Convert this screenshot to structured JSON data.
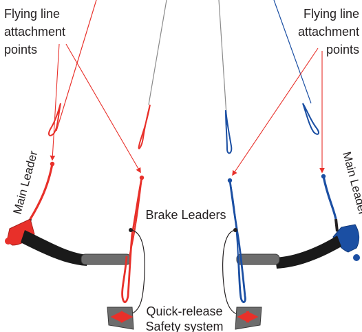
{
  "labels": {
    "left_attach": [
      "Flying line",
      "attachment",
      "points"
    ],
    "right_attach": [
      "Flying line",
      "attachment",
      "points"
    ],
    "main_leader_left": "Main Leader",
    "main_leader_right": "Main Leader",
    "brake_leaders": "Brake Leaders",
    "quick_release": [
      "Quick-release",
      "Safety system"
    ]
  },
  "colors": {
    "left_line": "#e8302a",
    "right_line": "#1b4fa3",
    "pointer": "#e8302a",
    "bar_grip": "#1a1a1a",
    "bar_end": "#6d6d6d",
    "qr_body": "#6d6d6d",
    "flying_line": "#8a8a8a",
    "label": "#231f20"
  }
}
